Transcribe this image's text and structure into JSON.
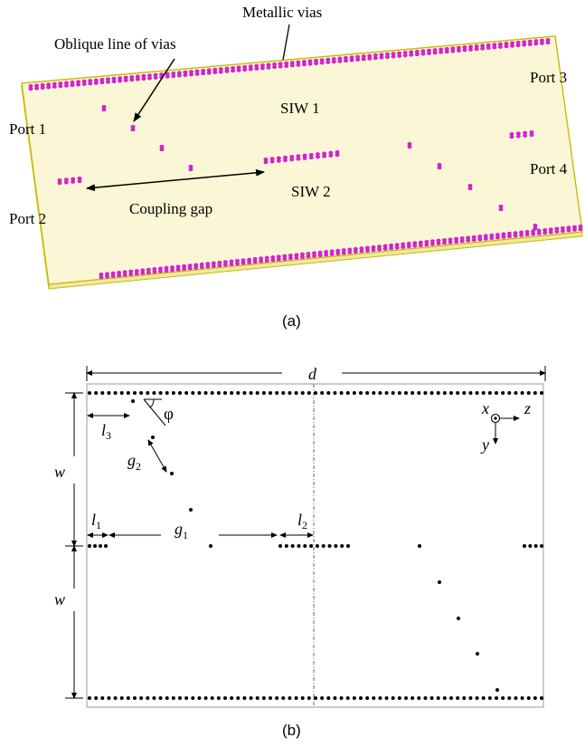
{
  "panel_a": {
    "labels": {
      "metallic_vias": "Metallic vias",
      "oblique_line": "Oblique line of vias",
      "siw1": "SIW 1",
      "siw2": "SIW 2",
      "port1": "Port 1",
      "port2": "Port 2",
      "port3": "Port 3",
      "port4": "Port 4",
      "coupling_gap": "Coupling gap"
    },
    "caption": "(a)",
    "colors": {
      "board_fill": "#fbf7d6",
      "board_edge": "#c9b800",
      "via": "#e020e0"
    }
  },
  "panel_b": {
    "labels": {
      "d": "d",
      "w_top": "w",
      "w_bottom": "w",
      "l1": "l",
      "l1_sub": "1",
      "l2": "l",
      "l2_sub": "2",
      "l3": "l",
      "l3_sub": "3",
      "g1": "g",
      "g1_sub": "1",
      "g2": "g",
      "g2_sub": "2",
      "phi": "φ",
      "axis_x": "x",
      "axis_y": "y",
      "axis_z": "z"
    },
    "caption": "(b)"
  }
}
